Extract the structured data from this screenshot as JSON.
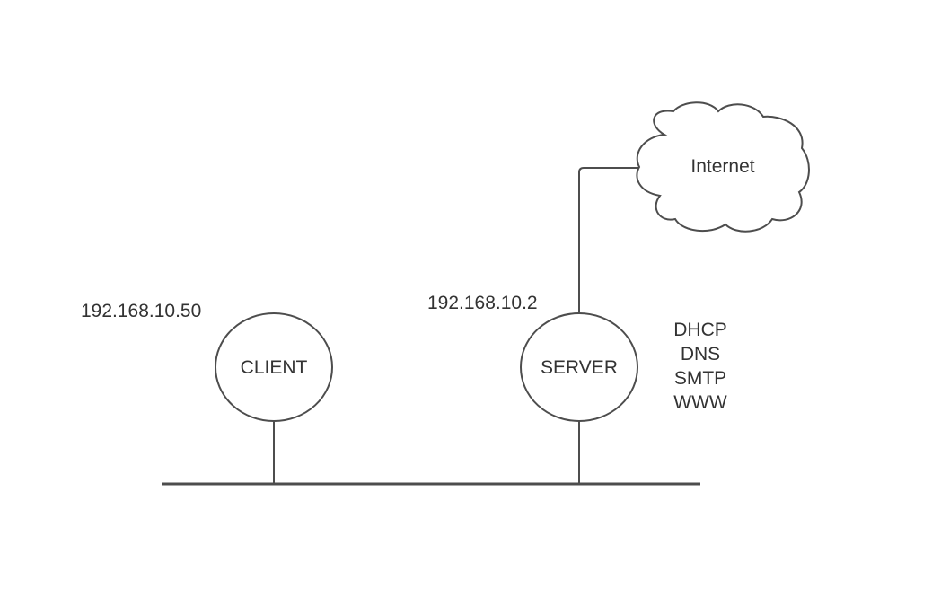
{
  "diagram": {
    "nodes": {
      "client": {
        "label": "CLIENT",
        "ip": "192.168.10.50"
      },
      "server": {
        "label": "SERVER",
        "ip": "192.168.10.2",
        "services": [
          "DHCP",
          "DNS",
          "SMTP",
          "WWW"
        ]
      },
      "internet": {
        "label": "Internet"
      }
    },
    "colors": {
      "stroke": "#4d4d4d",
      "text": "#333333",
      "background": "#ffffff"
    }
  }
}
